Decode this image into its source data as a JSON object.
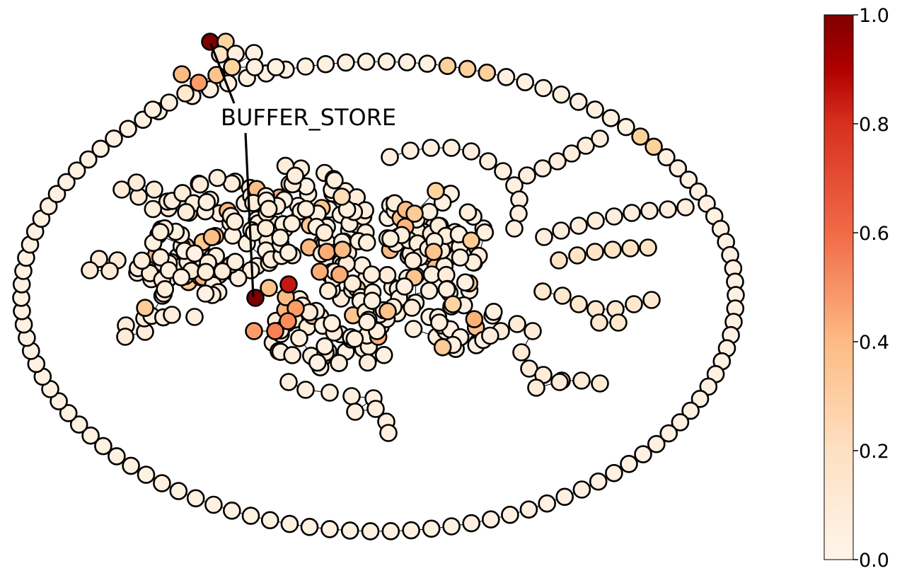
{
  "figure": {
    "node_color_min": "#fff5eb",
    "node_color_max": "#7f0000",
    "node_outline": "#000000",
    "annotations": [
      {
        "text": "BUFFER_STORE",
        "target": "highlighted-node-pair"
      }
    ]
  },
  "colorbar": {
    "colormap": "OrRd-like (light cream to dark red)",
    "min": 0.0,
    "max": 1.0,
    "ticks": [
      "0.0",
      "0.2",
      "0.4",
      "0.6",
      "0.8",
      "1.0"
    ]
  }
}
